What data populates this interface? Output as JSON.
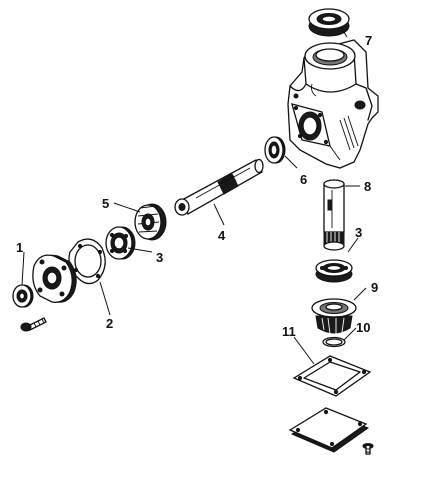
{
  "callouts": [
    {
      "id": "callout-1",
      "label": "1"
    },
    {
      "id": "callout-2",
      "label": "2"
    },
    {
      "id": "callout-3a",
      "label": "3"
    },
    {
      "id": "callout-3b",
      "label": "3"
    },
    {
      "id": "callout-4",
      "label": "4"
    },
    {
      "id": "callout-5",
      "label": "5"
    },
    {
      "id": "callout-6",
      "label": "6"
    },
    {
      "id": "callout-7",
      "label": "7"
    },
    {
      "id": "callout-8",
      "label": "8"
    },
    {
      "id": "callout-9",
      "label": "9"
    },
    {
      "id": "callout-10",
      "label": "10"
    },
    {
      "id": "callout-11",
      "label": "11"
    }
  ]
}
